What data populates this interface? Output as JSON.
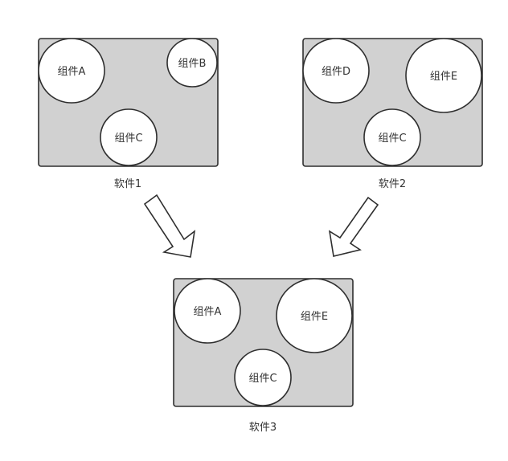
{
  "software": [
    {
      "caption": "软件1",
      "components": [
        {
          "label": "组件A"
        },
        {
          "label": "组件B"
        },
        {
          "label": "组件C"
        }
      ]
    },
    {
      "caption": "软件2",
      "components": [
        {
          "label": "组件D"
        },
        {
          "label": "组件E"
        },
        {
          "label": "组件C"
        }
      ]
    },
    {
      "caption": "软件3",
      "components": [
        {
          "label": "组件A"
        },
        {
          "label": "组件E"
        },
        {
          "label": "组件C"
        }
      ]
    }
  ],
  "colors": {
    "box_fill": "#d1d1d1",
    "stroke": "#2f2f2f",
    "component_fill": "#ffffff"
  }
}
